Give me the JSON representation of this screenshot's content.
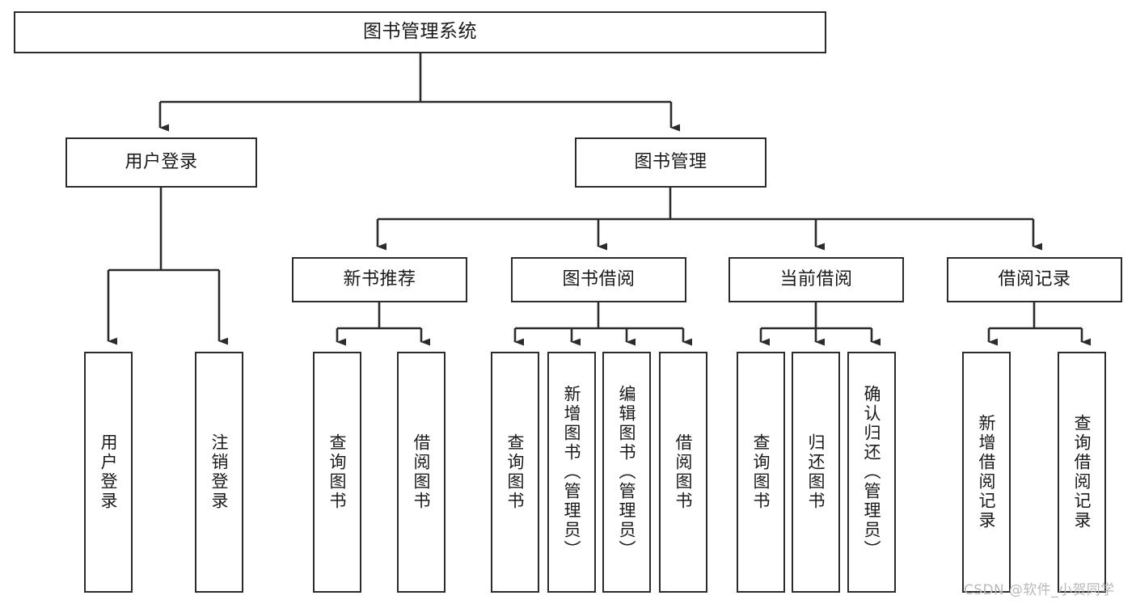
{
  "diagram": {
    "title": "图书管理系统",
    "watermark": "CSDN @软件_小贺同学",
    "levels": {
      "root": {
        "label": "图书管理系统"
      },
      "level2": [
        {
          "label": "用户登录"
        },
        {
          "label": "图书管理"
        }
      ],
      "level3": [
        {
          "label": "新书推荐"
        },
        {
          "label": "图书借阅"
        },
        {
          "label": "当前借阅"
        },
        {
          "label": "借阅记录"
        }
      ],
      "leaves_user_login": [
        {
          "label": "用户登录"
        },
        {
          "label": "注销登录"
        }
      ],
      "leaves_new_book": [
        {
          "label": "查询图书"
        },
        {
          "label": "借阅图书"
        }
      ],
      "leaves_borrow": [
        {
          "label": "查询图书"
        },
        {
          "label": "新增图书（管理员）"
        },
        {
          "label": "编辑图书（管理员）"
        },
        {
          "label": "借阅图书"
        }
      ],
      "leaves_current": [
        {
          "label": "查询图书"
        },
        {
          "label": "归还图书"
        },
        {
          "label": "确认归还（管理员）"
        }
      ],
      "leaves_records": [
        {
          "label": "新增借阅记录"
        },
        {
          "label": "查询借阅记录"
        }
      ]
    },
    "colors": {
      "border": "#2b2b2b",
      "line": "#2b2b2b",
      "fill": "#ffffff",
      "text": "#1a1a1a",
      "watermark": "#b9b9b9"
    }
  }
}
